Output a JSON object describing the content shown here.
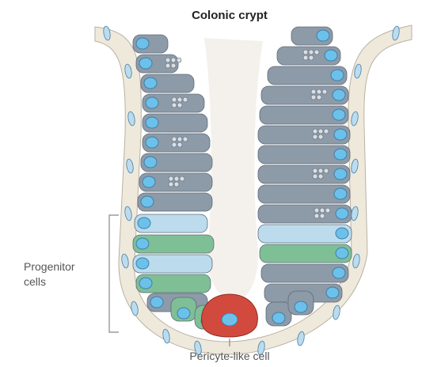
{
  "title": "Colonic crypt",
  "labels": {
    "progenitor_line1": "Progenitor",
    "progenitor_line2": "cells",
    "pericyte": "Pericyte-like cell"
  },
  "colors": {
    "goblet_cell": "#8d9aa8",
    "goblet_cell_edge": "#5f6b78",
    "progenitor_blue": "#bcdcee",
    "progenitor_green": "#7fbf96",
    "pericyte_red": "#d24a3e",
    "pericyte_red_edge": "#8e2a22",
    "nucleus": "#6cc1ea",
    "nucleus_edge": "#3f7fa8",
    "fibroblast": "#efe9dc",
    "fibroblast_edge": "#b9b2a3",
    "lumen": "#f4f1ec"
  }
}
